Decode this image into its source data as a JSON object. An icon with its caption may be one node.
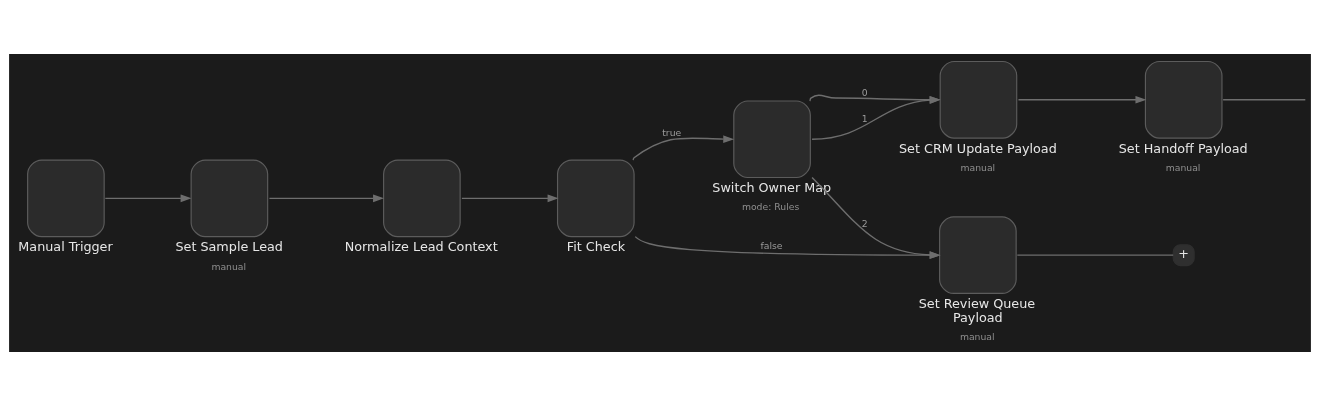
{
  "diagram": {
    "nodes": [
      {
        "text": [
          "Manual Trigger"
        ]
      },
      {
        "text": [
          "Set Sample Lead",
          "manual"
        ]
      },
      {
        "text": [
          "Normalize Lead Context"
        ]
      },
      {
        "text": [
          "Fit Check"
        ]
      },
      {
        "text": [
          "Switch Owner Map",
          "mode: Rules"
        ]
      },
      {
        "text": [
          "Set CRM Update Payload",
          "manual"
        ]
      },
      {
        "text": [
          "Set Handoff Payload",
          "manual"
        ]
      },
      {
        "text": [
          "Set Review Queue Payload",
          "manual"
        ]
      },
      {
        "text": [
          "+"
        ]
      }
    ],
    "edges": [
      {
        "from": 0,
        "to": 1,
        "arrow": "to"
      },
      {
        "from": 1,
        "to": 2,
        "arrow": "to"
      },
      {
        "from": 2,
        "to": 3,
        "arrow": "to"
      },
      {
        "from": 3,
        "to": 4,
        "arrow": "to",
        "label": "true"
      },
      {
        "from": 3,
        "to": 7,
        "arrow": "to",
        "label": "false"
      },
      {
        "from": 4,
        "to": 5,
        "arrow": "to",
        "label": "0"
      },
      {
        "from": 4,
        "to": 5,
        "arrow": "to",
        "label": "1"
      },
      {
        "from": 4,
        "to": 7,
        "arrow": "to",
        "label": "2"
      },
      {
        "from": 5,
        "to": 6,
        "arrow": "to"
      },
      {
        "from": 6,
        "to": null,
        "arrow": "none"
      },
      {
        "from": 7,
        "to": 8,
        "arrow": "none"
      }
    ]
  }
}
